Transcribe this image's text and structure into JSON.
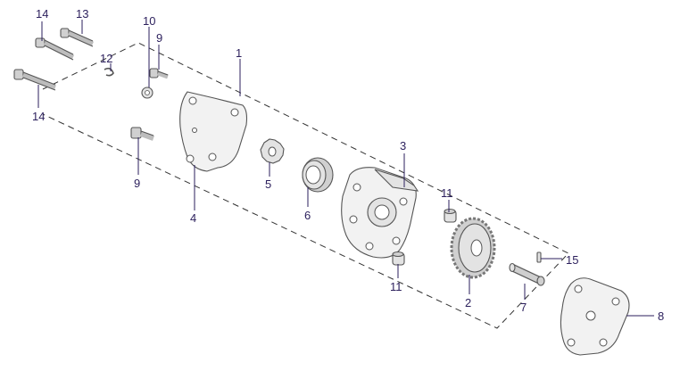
{
  "diagram": {
    "colors": {
      "line": "#555555",
      "callout": "#2b1f5c",
      "dash": "#333333",
      "fill": "#f2f2f2"
    },
    "callouts": {
      "c1": "1",
      "c2": "2",
      "c3": "3",
      "c4": "4",
      "c5": "5",
      "c6": "6",
      "c7": "7",
      "c8": "8",
      "c9a": "9",
      "c9b": "9",
      "c10": "10",
      "c11a": "11",
      "c11b": "11",
      "c12": "12",
      "c13": "13",
      "c14a": "14",
      "c14b": "14",
      "c15": "15"
    }
  }
}
